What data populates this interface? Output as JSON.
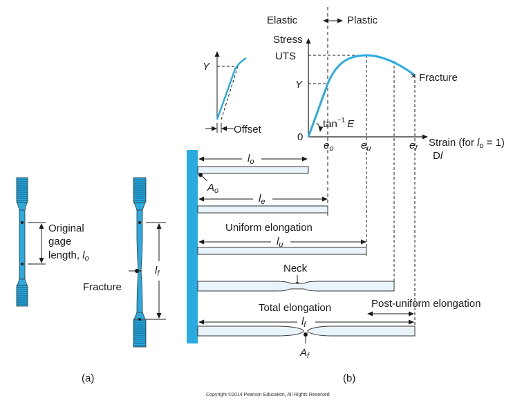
{
  "colors": {
    "accent": "#29abe2",
    "bar_fill": "#e9f3fa",
    "bar_stroke": "#333333",
    "line": "#1a1a1a"
  },
  "part_a": {
    "gage_label_1": "Original",
    "gage_label_2": "gage",
    "gage_label_3": "length,",
    "gage_symbol": "l",
    "gage_sub": "o",
    "fracture": "Fracture",
    "lf_symbol": "l",
    "lf_sub": "f",
    "caption": "(a)"
  },
  "part_b": {
    "elastic": "Elastic",
    "plastic": "Plastic",
    "stress": "Stress",
    "uts": "UTS",
    "y": "Y",
    "zero": "0",
    "fracture": "Fracture",
    "tan": "tan",
    "tan_sup": "−1",
    "tan_e": "E",
    "eo": "e",
    "eo_sub": "o",
    "eu": "e",
    "eu_sub": "u",
    "ef": "e",
    "ef_sub": "f",
    "strain": "Strain (for",
    "strain_l": "l",
    "strain_sub": "o",
    "strain_end": " = 1)",
    "dl": "D",
    "dl_l": "l",
    "inset_y": "Y",
    "offset": "Offset",
    "lo": "l",
    "lo_sub": "o",
    "ao": "A",
    "ao_sub": "o",
    "le": "l",
    "le_sub": "e",
    "uniform": "Uniform elongation",
    "lu": "l",
    "lu_sub": "u",
    "neck": "Neck",
    "total": "Total elongation",
    "post": "Post-uniform elongation",
    "lf": "l",
    "lf_sub": "f",
    "af": "A",
    "af_sub": "f",
    "caption": "(b)"
  },
  "copyright": "Copyright ©2014 Pearson Education, All Rights Reserved"
}
